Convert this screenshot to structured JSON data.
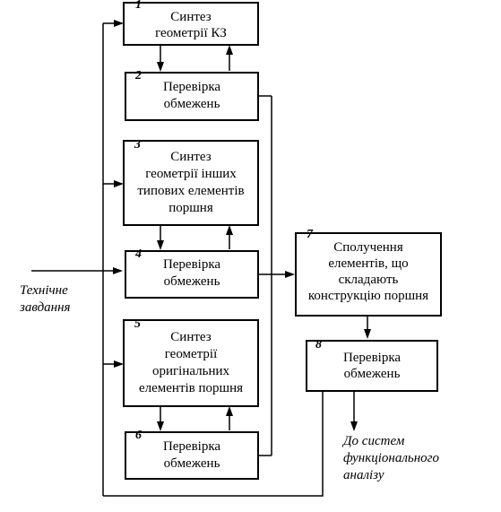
{
  "blocks": [
    {
      "number": "1",
      "lines": [
        "Синтез",
        "геометрії КЗ"
      ]
    },
    {
      "number": "2",
      "lines": [
        "Перевірка",
        "обмежень"
      ]
    },
    {
      "number": "3",
      "lines": [
        "Синтез",
        "геометрії інших",
        "типових елементів",
        "поршня"
      ]
    },
    {
      "number": "4",
      "lines": [
        "Перевірка",
        "обмежень"
      ]
    },
    {
      "number": "5",
      "lines": [
        "Синтез",
        "геометрії",
        "оригінальних",
        "елементів поршня"
      ]
    },
    {
      "number": "6",
      "lines": [
        "Перевірка",
        "обмежень"
      ]
    },
    {
      "number": "7",
      "lines": [
        "Сполучення",
        "елементів, що",
        "складають",
        "конструкцію поршня"
      ]
    },
    {
      "number": "8",
      "lines": [
        "Перевірка",
        "обмежень"
      ]
    }
  ],
  "input_label": [
    "Технічне",
    "завдання"
  ],
  "output_label": [
    "До систем",
    "функціонального",
    "аналізу"
  ]
}
